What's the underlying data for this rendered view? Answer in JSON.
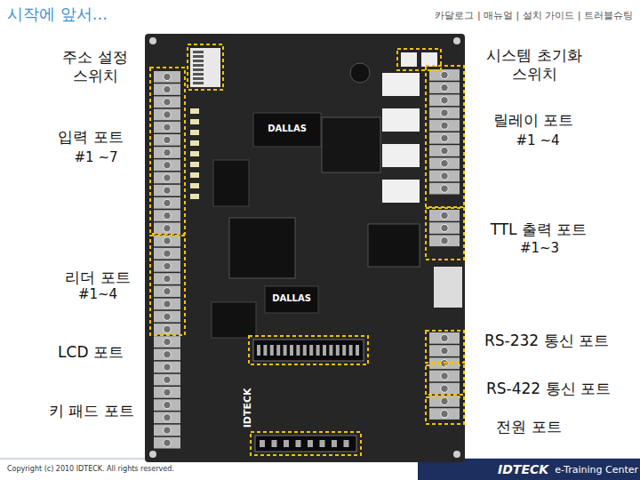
{
  "diagram": {
    "title": "시작에 앞서...",
    "labels": [
      "카달로그 | 매뉴얼 | 설치 가이드 | 트러블슈팅",
      "주소 설정 스위치",
      "시스템 초기화 스위치",
      "입력 포트",
      "#1 ~7",
      "릴레이 포트",
      "#1 ~4",
      "TTL 출력 포트",
      "#1~3",
      "리더 포트",
      "#1~4",
      "LCD 포트",
      "RS-232 통신 포트",
      "RS-422 통신 포트",
      "키 패드 포트",
      "전원 포트",
      "Copyright (c) 2010 IDTECK. All rights reserved.",
      "IDTECK",
      "e-Training Center",
      "DALLAS",
      "DALLAS",
      "IDTECK"
    ]
  }
}
